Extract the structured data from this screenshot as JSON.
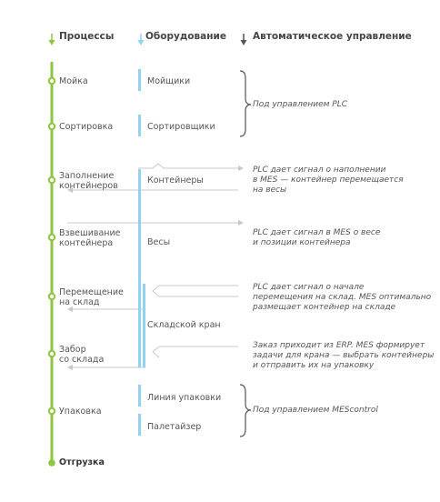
{
  "headers": {
    "processes": "Процессы",
    "equipment": "Оборудование",
    "automation": "Автоматическое управление"
  },
  "processes": [
    {
      "label": "Мойка"
    },
    {
      "label": "Сортировка"
    },
    {
      "label": "Заполнение\nконтейнеров"
    },
    {
      "label": "Взвешивание\nконтейнера"
    },
    {
      "label": "Перемещение\nна склад"
    },
    {
      "label": "Забор\nсо склада"
    },
    {
      "label": "Упаковка"
    },
    {
      "label": "Отгрузка"
    }
  ],
  "equipment": [
    {
      "label": "Мойщики"
    },
    {
      "label": "Сортировщики"
    },
    {
      "label": "Контейнеры"
    },
    {
      "label": "Весы"
    },
    {
      "label": "Складской кран"
    },
    {
      "label": "Линия упаковки"
    },
    {
      "label": "Палетайзер"
    }
  ],
  "notes": [
    {
      "text": "Под управлением PLC"
    },
    {
      "text": "PLC дает сигнал о наполнении\nв MES — контейнер перемещается\nна весы"
    },
    {
      "text": "PLC дает сигнал в MES о весе\nи позиции контейнера"
    },
    {
      "text": "PLC дает сигнал о начале\nперемещения на склад. MES оптимально\nразмещает контейнер на складе"
    },
    {
      "text": "Заказ приходит из ERP. MES формирует\nзадачи для крана — выбрать контейнеры\nи отправить их на упаковку"
    },
    {
      "text": "Под управлением MEScontrol"
    }
  ],
  "colors": {
    "process_line": "#8dc63f",
    "equipment_line": "#8fd3f0",
    "automation_arrow": "#555555",
    "connector": "#c8c8c8"
  }
}
